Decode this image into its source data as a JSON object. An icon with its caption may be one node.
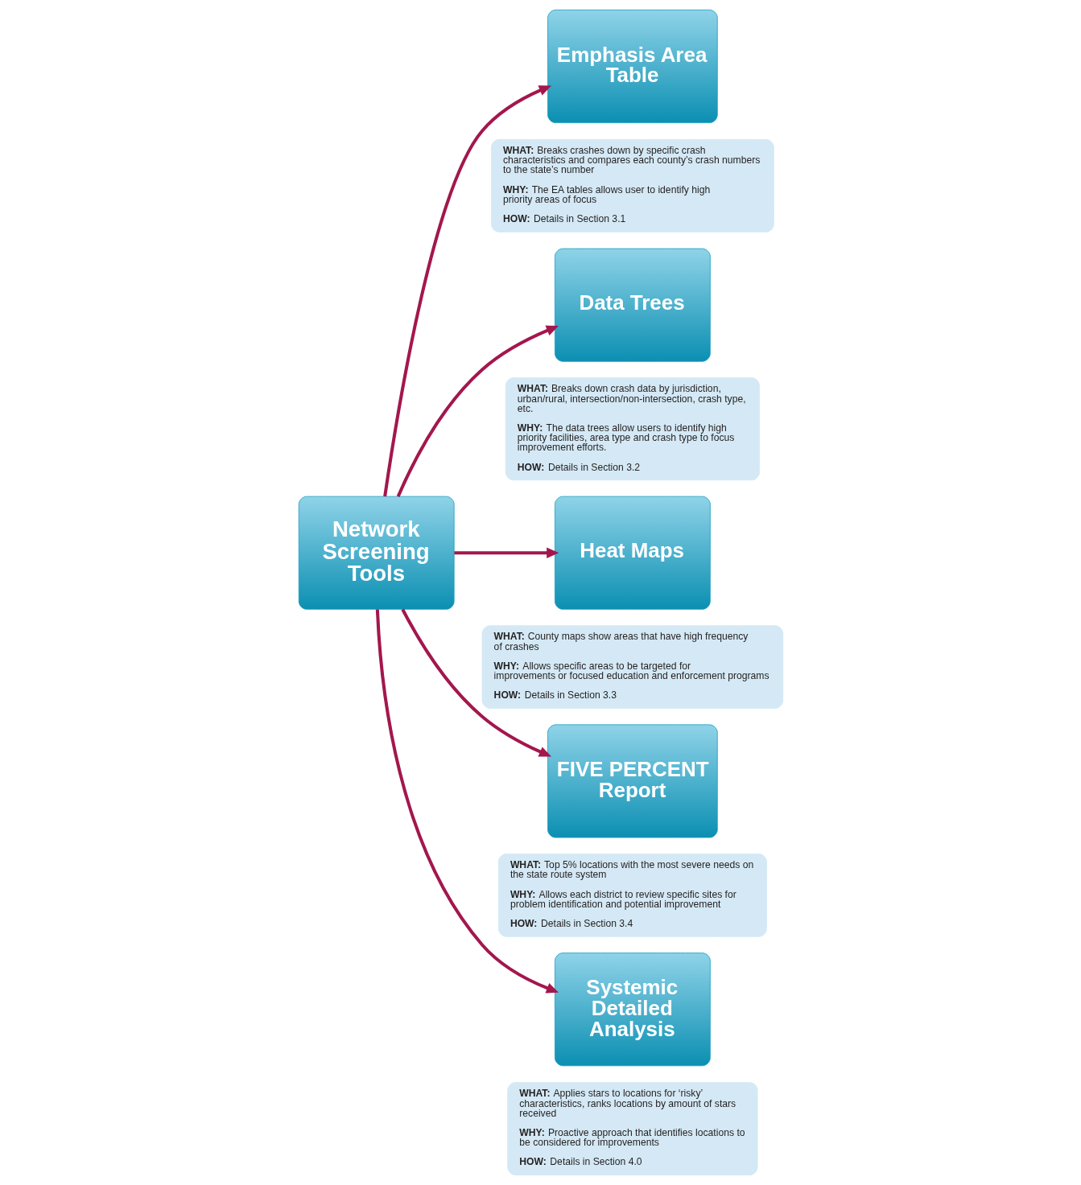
{
  "diagram": {
    "nodes": [
      {
        "text": [
          "Network Screening Tools"
        ]
      },
      {
        "text": [
          "Emphasis Area Table"
        ]
      },
      {
        "text": [
          "**WHAT:** Breaks crashes down by specific crash characteristics and compares each county’s crash numbers to the state’s number",
          "**WHY:** The EA tables allows user to identify high priority areas of focus",
          "**HOW:** Details in Section 3.1"
        ]
      },
      {
        "text": [
          "Data Trees"
        ]
      },
      {
        "text": [
          "**WHAT:** Breaks down crash data by jurisdiction, urban/rural, intersection/non-intersection, crash type, etc.",
          "**WHY:** The data trees allow users to identify high priority facilities, area type and crash type to focus improvement efforts.",
          "**HOW:** Details in Section 3.2"
        ]
      },
      {
        "text": [
          "Heat Maps"
        ]
      },
      {
        "text": [
          "**WHAT:** County maps show areas that have high frequency of crashes",
          "**WHY:** Allows specific areas to be targeted for improvements or focused education and enforcement programs",
          "**HOW:** Details in Section 3.3"
        ]
      },
      {
        "text": [
          "FIVE PERCENT Report"
        ]
      },
      {
        "text": [
          "**WHAT:** Top 5% locations with the most severe needs on the state route system",
          "**WHY:** Allows each district to review specific sites for problem identification and potential improvement",
          "**HOW:** Details in Section 3.4"
        ]
      },
      {
        "text": [
          "Systemic Detailed Analysis"
        ]
      },
      {
        "text": [
          "**WHAT:** Applies stars to locations for ‘risky’ characteristics, ranks locations by amount of stars received",
          "**WHY:** Proactive approach that identifies locations to be considered for improvements",
          "**HOW:** Details in Section 4.0"
        ]
      }
    ],
    "edges": [
      {
        "from": 0,
        "to": 1,
        "arrow": "to"
      },
      {
        "from": 0,
        "to": 3,
        "arrow": "to"
      },
      {
        "from": 0,
        "to": 5,
        "arrow": "to"
      },
      {
        "from": 0,
        "to": 7,
        "arrow": "to"
      },
      {
        "from": 0,
        "to": 9,
        "arrow": "to"
      }
    ]
  }
}
